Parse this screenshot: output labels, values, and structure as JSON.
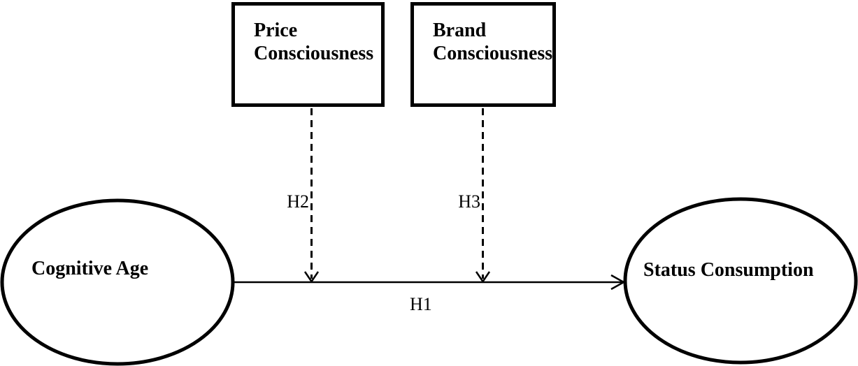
{
  "diagram": {
    "type": "conceptual-model",
    "colors": {
      "stroke": "#000000",
      "background": "#ffffff",
      "text": "#000000"
    },
    "nodes": {
      "price": {
        "shape": "rectangle",
        "line1": "Price",
        "line2": "Consciousness"
      },
      "brand": {
        "shape": "rectangle",
        "line1": "Brand",
        "line2": "Consciousness"
      },
      "cognitive_age": {
        "shape": "ellipse",
        "label": "Cognitive Age"
      },
      "status_consumption": {
        "shape": "ellipse",
        "label": "Status Consumption"
      }
    },
    "paths": {
      "h1": {
        "label": "H1",
        "style": "solid",
        "from": "cognitive_age",
        "to": "status_consumption"
      },
      "h2": {
        "label": "H2",
        "style": "dashed",
        "from": "price",
        "to": "h1-line"
      },
      "h3": {
        "label": "H3",
        "style": "dashed",
        "from": "brand",
        "to": "h1-line"
      }
    }
  }
}
